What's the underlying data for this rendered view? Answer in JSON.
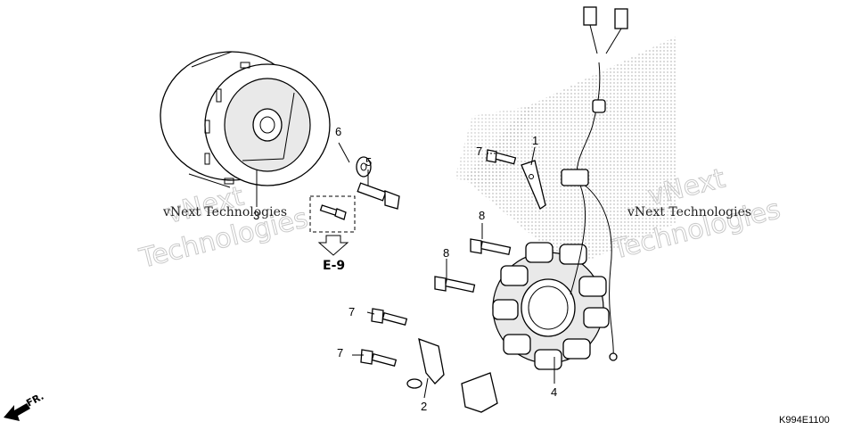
{
  "watermarks": {
    "left_line": "vNext Technologies",
    "right_line": "vNext Technologies",
    "outline_word_1": "vNext",
    "outline_word_2": "Technologies"
  },
  "callouts": {
    "p1": "1",
    "p2": "2",
    "p3": "3",
    "p4": "4",
    "p5": "5",
    "p6": "6",
    "p7a": "7",
    "p7b": "7",
    "p7c": "7",
    "p8a": "8",
    "p8b": "8"
  },
  "reference": {
    "label": "E-9"
  },
  "front_indicator": {
    "label": "FR."
  },
  "diagram_code": "K994E1100"
}
